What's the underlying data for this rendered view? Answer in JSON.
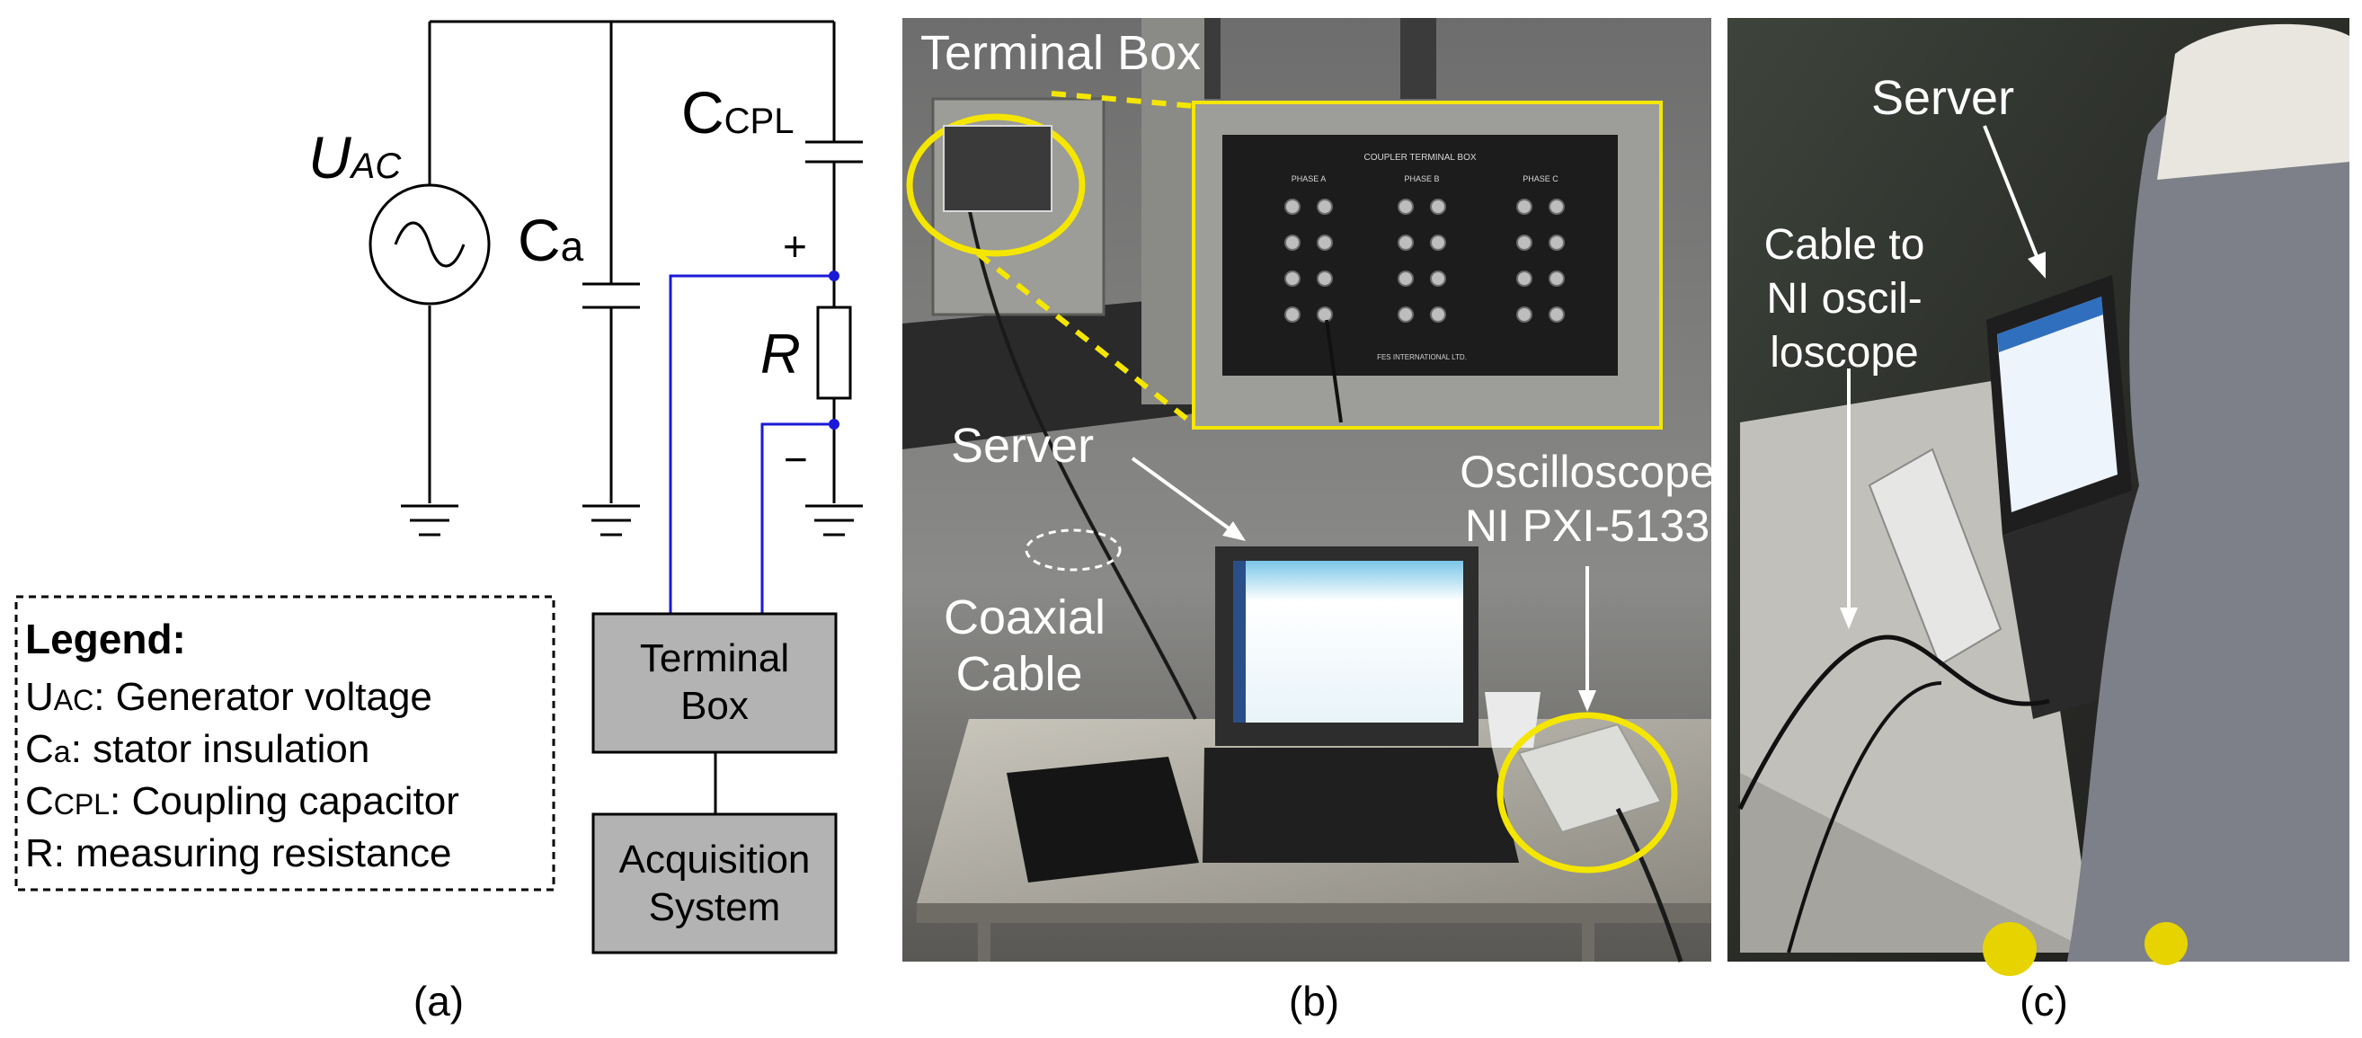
{
  "panel_a": {
    "caption": "(a)",
    "uac_main": "U",
    "uac_sub": "AC",
    "ca_main": "C",
    "ca_sub": "a",
    "ccpl_main": "C",
    "ccpl_sub": "CPL",
    "plus": "+",
    "minus": "−",
    "r_label": "R",
    "terminal_box_line1": "Terminal",
    "terminal_box_line2": "Box",
    "acquisition_line1": "Acquisition",
    "acquisition_line2": "System",
    "legend": {
      "title": "Legend:",
      "uac_main": "U",
      "uac_sub": "AC",
      "uac_desc": ": Generator voltage",
      "ca_main": "C",
      "ca_sub": "a",
      "ca_desc": ": stator insulation",
      "ccpl_main": "C",
      "ccpl_sub": "CPL",
      "ccpl_desc": ": Coupling capacitor",
      "r_main": "R",
      "r_desc": ": measuring resistance"
    }
  },
  "panel_b": {
    "caption": "(b)",
    "terminal_box": "Terminal Box",
    "server": "Server",
    "coaxial_line1": "Coaxial",
    "coaxial_line2": "Cable",
    "osc_line1": "Oscilloscope",
    "osc_line2": "NI PXI-5133",
    "inset_title": "COUPLER TERMINAL BOX",
    "inset_phase_a": "PHASE A",
    "inset_phase_b": "PHASE B",
    "inset_phase_c": "PHASE C",
    "inset_footer": "FES INTERNATIONAL LTD."
  },
  "panel_c": {
    "caption": "(c)",
    "server": "Server",
    "cable_line1": "Cable to",
    "cable_line2": "NI oscil-",
    "cable_line3": "loscope"
  },
  "colors": {
    "highlight_yellow": "#f5e600",
    "wire_blue": "#1a1ad6",
    "box_gray": "#b3b3b3"
  }
}
